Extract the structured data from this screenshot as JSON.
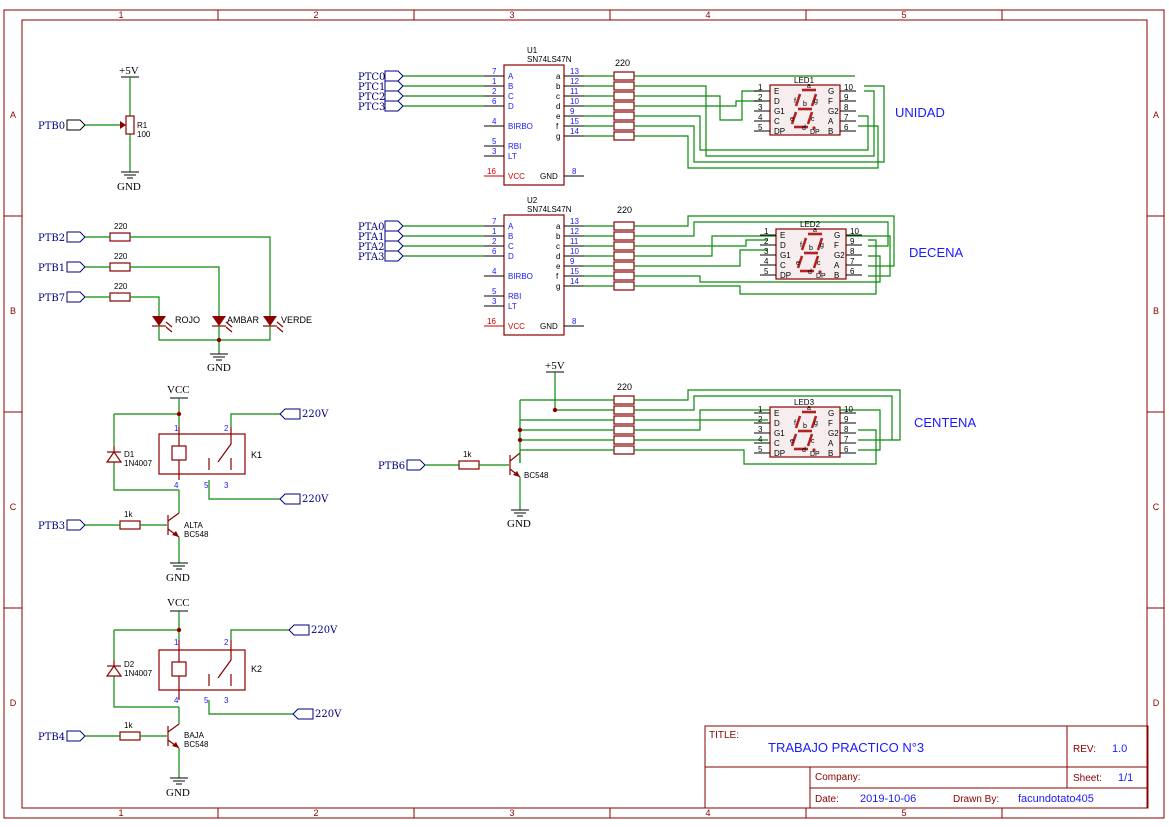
{
  "frame": {
    "col_labels": [
      "1",
      "2",
      "3",
      "4",
      "5"
    ],
    "row_labels": [
      "A",
      "B",
      "C",
      "D"
    ]
  },
  "title_block": {
    "title_label": "TITLE:",
    "title": "TRABAJO PRACTICO N°3",
    "rev_label": "REV:",
    "rev": "1.0",
    "company_label": "Company:",
    "sheet_label": "Sheet:",
    "sheet": "1/1",
    "date_label": "Date:",
    "date": "2019-10-06",
    "drawn_label": "Drawn By:",
    "drawn": "facundotato405"
  },
  "power": {
    "p5v_a": "+5V",
    "gnd_a": "GND",
    "gnd_b": "GND",
    "vcc_1": "VCC",
    "gnd_1": "GND",
    "vcc_2": "VCC",
    "gnd_2": "GND",
    "p5v_b": "+5V",
    "gnd_c": "GND"
  },
  "ports": {
    "ptb0": "PTB0",
    "ptb2": "PTB2",
    "ptb1": "PTB1",
    "ptb7": "PTB7",
    "ptb3": "PTB3",
    "ptb4": "PTB4",
    "ptb6": "PTB6",
    "ptc0": "PTC0",
    "ptc1": "PTC1",
    "ptc2": "PTC2",
    "ptc3": "PTC3",
    "pta0": "PTA0",
    "pta1": "PTA1",
    "pta2": "PTA2",
    "pta3": "PTA3",
    "ac1": "220V",
    "ac2": "220V",
    "ac3": "220V",
    "ac4": "220V"
  },
  "parts": {
    "r1": "R1",
    "r1_val": "100",
    "r220": "220",
    "rojo": "ROJO",
    "ambar": "AMBAR",
    "verde": "VERDE",
    "d1": "D1",
    "d1_val": "1N4007",
    "k1": "K1",
    "d2": "D2",
    "d2_val": "1N4007",
    "k2": "K2",
    "r1k": "1k",
    "alta": "ALTA",
    "baja": "BAJA",
    "bc548": "BC548",
    "u1": "U1",
    "u2": "U2",
    "ic_val": "SN74LS47N",
    "led1": "LED1",
    "led2": "LED2",
    "led3": "LED3",
    "pin1": "1",
    "pin2": "2",
    "pin3": "3",
    "pin4": "4",
    "pin5": "5"
  },
  "ic_pins": {
    "left_nums": [
      "7",
      "1",
      "2",
      "6",
      "4",
      "5",
      "3",
      "16"
    ],
    "left_names": [
      "A",
      "B",
      "C",
      "D",
      "BIRBO",
      "RBI",
      "LT",
      "VCC"
    ],
    "right_nums": [
      "13",
      "12",
      "11",
      "10",
      "9",
      "15",
      "14",
      "8"
    ],
    "right_names": [
      "a",
      "b",
      "c",
      "d",
      "e",
      "f",
      "g",
      "GND"
    ]
  },
  "display_pins": {
    "left_nums": [
      "1",
      "2",
      "3",
      "4",
      "5"
    ],
    "left_names": [
      "E",
      "D",
      "G1",
      "C",
      "DP"
    ],
    "right_nums": [
      "10",
      "9",
      "8",
      "7",
      "6"
    ],
    "right_names": [
      "G",
      "F",
      "G2",
      "A",
      "B"
    ],
    "seg_labels": [
      "a",
      "f",
      "g",
      "b",
      "e",
      "c",
      "d",
      "DP"
    ]
  },
  "display_labels": {
    "unidad": "UNIDAD",
    "decena": "DECENA",
    "centena": "CENTENA"
  }
}
